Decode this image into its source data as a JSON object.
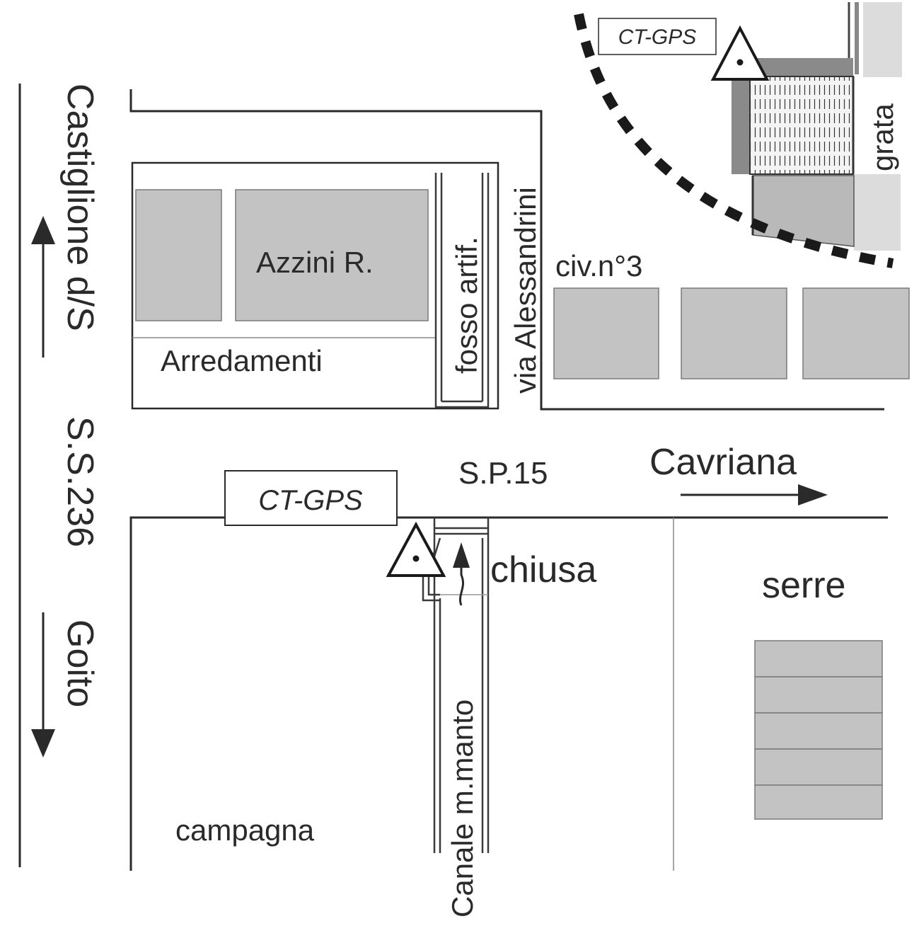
{
  "labels": {
    "castiglione": "Castiglione d/S",
    "ss236": "S.S.236",
    "goito": "Goito",
    "azzini": "Azzini R.",
    "arredamenti": "Arredamenti",
    "fosso": "fosso artif.",
    "via_alessandrini": "via Alessandrini",
    "civ3": "civ.n°3",
    "sp15": "S.P.15",
    "cavriana": "Cavriana",
    "chiusa": "chiusa",
    "serre": "serre",
    "campagna": "campagna",
    "canale": "Canale m.manto",
    "grata": "grata"
  },
  "markers": {
    "gps_main": "CT-GPS",
    "gps_inset": "CT-GPS"
  },
  "icons": {
    "station": "triangle-dot-icon",
    "direction": "arrow-icon"
  },
  "colors": {
    "building_fill": "#c3c3c3",
    "road_stroke": "#2a2a2a",
    "inset_dash": "#1a1a1a"
  }
}
